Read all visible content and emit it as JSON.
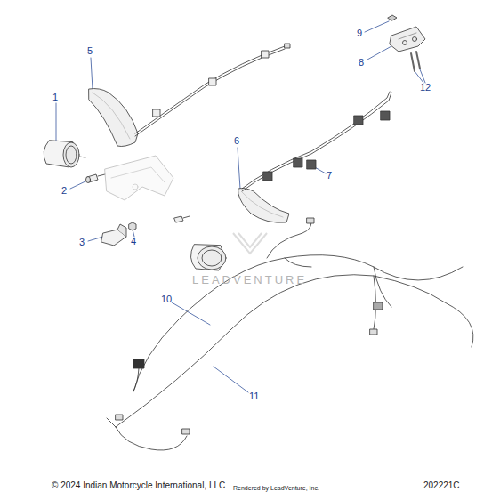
{
  "diagram": {
    "labels": [
      "1",
      "2",
      "3",
      "4",
      "5",
      "6",
      "7",
      "8",
      "9",
      "10",
      "11",
      "12",
      "© 2024 Indian Motorcycle International, LLC",
      "Rendered by LeadVenture, Inc.",
      "202221C",
      "LEADVENTURE"
    ]
  }
}
